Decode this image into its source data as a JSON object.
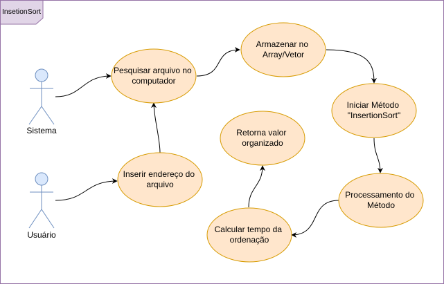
{
  "frame": {
    "title": "InsetionSort"
  },
  "actors": [
    {
      "id": "sistema",
      "label": "Sistema"
    },
    {
      "id": "usuario",
      "label": "Usuário"
    }
  ],
  "use_cases": [
    {
      "id": "pesquisar",
      "lines": [
        "Pesquisar arquivo no",
        "computador"
      ]
    },
    {
      "id": "armazenar",
      "lines": [
        "Armazenar no",
        "Array/Vetor"
      ]
    },
    {
      "id": "iniciar",
      "lines": [
        "Iniciar Método",
        "\"InsertionSort\""
      ]
    },
    {
      "id": "retorna",
      "lines": [
        "Retorna valor",
        "organizado"
      ]
    },
    {
      "id": "inserir",
      "lines": [
        "Inserir endereço do",
        "arquivo"
      ]
    },
    {
      "id": "processamento",
      "lines": [
        "Processamento do",
        "Método"
      ]
    },
    {
      "id": "calcular",
      "lines": [
        "Calcular tempo da",
        "ordenação"
      ]
    }
  ],
  "colors": {
    "use_case_fill": "#ffe6cc",
    "use_case_stroke": "#d79b00",
    "actor_fill": "#dae8fc",
    "actor_stroke": "#6c8ebf",
    "frame_stroke": "#9673a6",
    "frame_tab_fill": "#e1d5e7",
    "edge": "#000000"
  }
}
